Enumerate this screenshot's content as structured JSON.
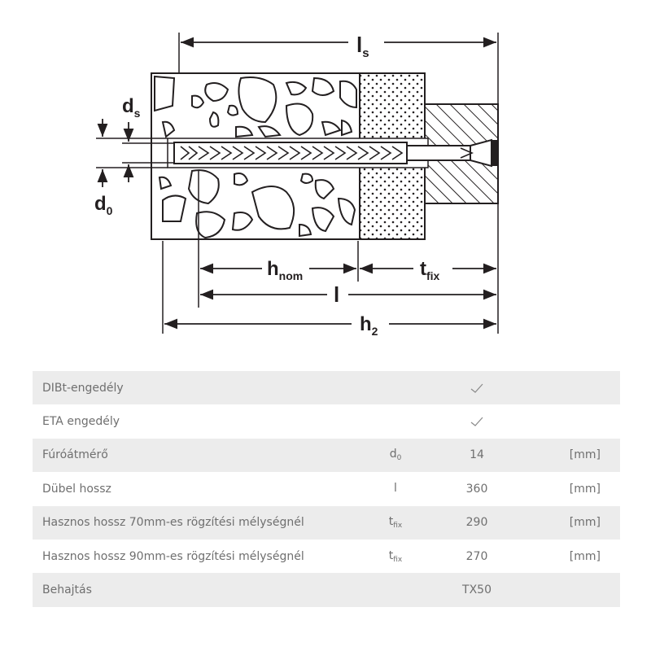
{
  "diagram": {
    "labels": {
      "ls": {
        "main": "l",
        "sub": "s"
      },
      "ds": {
        "main": "d",
        "sub": "s"
      },
      "d0": {
        "main": "d",
        "sub": "0"
      },
      "hnom": {
        "main": "h",
        "sub": "nom"
      },
      "tfix": {
        "main": "t",
        "sub": "fix"
      },
      "l": {
        "main": "l",
        "sub": ""
      },
      "h2": {
        "main": "h",
        "sub": "2"
      }
    }
  },
  "specs": {
    "rows": [
      {
        "label": "DIBt-engedély",
        "sym_main": "",
        "sym_sub": "",
        "value": "",
        "check": true,
        "unit": ""
      },
      {
        "label": "ETA engedély",
        "sym_main": "",
        "sym_sub": "",
        "value": "",
        "check": true,
        "unit": ""
      },
      {
        "label": "Fúróátmérő",
        "sym_main": "d",
        "sym_sub": "0",
        "value": "14",
        "check": false,
        "unit": "[mm]"
      },
      {
        "label": "Dübel hossz",
        "sym_main": "l",
        "sym_sub": "",
        "value": "360",
        "check": false,
        "unit": "[mm]"
      },
      {
        "label": "Hasznos hossz 70mm-es rögzítési mélységnél",
        "sym_main": "t",
        "sym_sub": "fix",
        "value": "290",
        "check": false,
        "unit": "[mm]"
      },
      {
        "label": "Hasznos hossz 90mm-es rögzítési mélységnél",
        "sym_main": "t",
        "sym_sub": "fix",
        "value": "270",
        "check": false,
        "unit": "[mm]"
      },
      {
        "label": "Behajtás",
        "sym_main": "",
        "sym_sub": "",
        "value": "TX50",
        "check": false,
        "unit": ""
      }
    ]
  }
}
